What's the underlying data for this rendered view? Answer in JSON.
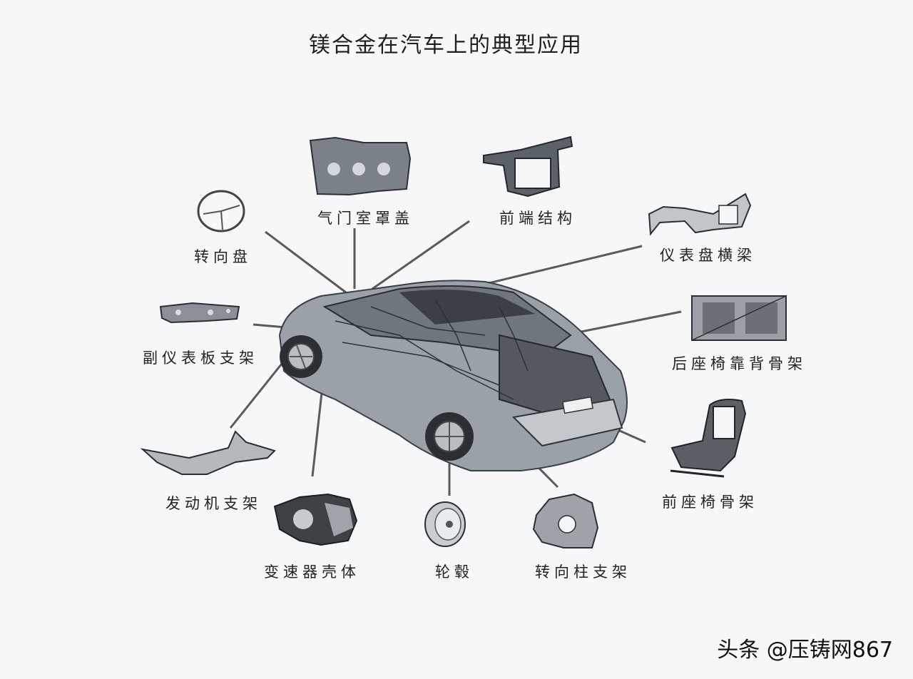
{
  "title": "镁合金在汽车上的典型应用",
  "labels": {
    "cylinder_head_cover": "气门室罩盖",
    "front_end": "前端结构",
    "steering_wheel": "转向盘",
    "dashboard_beam": "仪表盘横梁",
    "sub_dashboard_bracket": "副仪表板支架",
    "rear_seat_frame": "后座椅靠背骨架",
    "engine_bracket": "发动机支架",
    "front_seat_frame": "前座椅骨架",
    "gearbox_housing": "变速器壳体",
    "wheel_hub": "轮毂",
    "steering_column_bracket": "转向柱支架"
  },
  "watermark": "头条 @压铸网867"
}
